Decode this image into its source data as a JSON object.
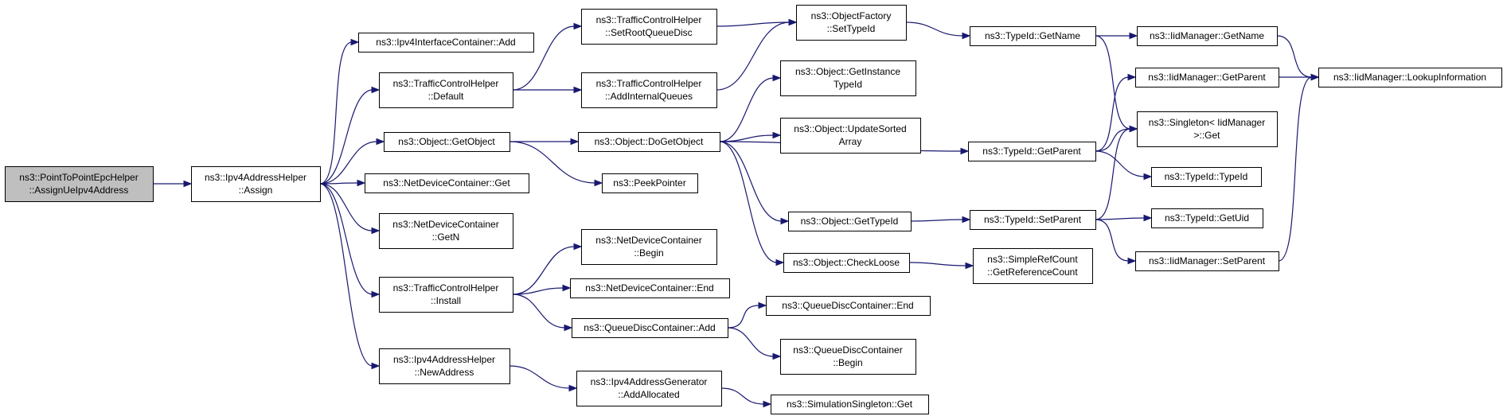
{
  "graph": {
    "type": "call-graph",
    "colors": {
      "edge": "#191970",
      "root_fill": "#bfbfbf",
      "node_fill": "#ffffff",
      "node_border": "#000000"
    },
    "nodes": [
      {
        "id": "n0",
        "lines": [
          "ns3::PointToPointEpcHelper",
          "::AssignUeIpv4Address"
        ],
        "root": true
      },
      {
        "id": "n1",
        "lines": [
          "ns3::Ipv4AddressHelper",
          "::Assign"
        ]
      },
      {
        "id": "n2",
        "lines": [
          "ns3::Ipv4InterfaceContainer::Add"
        ]
      },
      {
        "id": "n3",
        "lines": [
          "ns3::TrafficControlHelper",
          "::Default"
        ]
      },
      {
        "id": "n4",
        "lines": [
          "ns3::Object::GetObject"
        ]
      },
      {
        "id": "n5",
        "lines": [
          "ns3::NetDeviceContainer::Get"
        ]
      },
      {
        "id": "n6",
        "lines": [
          "ns3::NetDeviceContainer",
          "::GetN"
        ]
      },
      {
        "id": "n7",
        "lines": [
          "ns3::TrafficControlHelper",
          "::Install"
        ]
      },
      {
        "id": "n8",
        "lines": [
          "ns3::Ipv4AddressHelper",
          "::NewAddress"
        ]
      },
      {
        "id": "n9",
        "lines": [
          "ns3::TrafficControlHelper",
          "::SetRootQueueDisc"
        ]
      },
      {
        "id": "n10",
        "lines": [
          "ns3::TrafficControlHelper",
          "::AddInternalQueues"
        ]
      },
      {
        "id": "n11",
        "lines": [
          "ns3::Object::DoGetObject"
        ]
      },
      {
        "id": "n12",
        "lines": [
          "ns3::PeekPointer"
        ]
      },
      {
        "id": "n13",
        "lines": [
          "ns3::NetDeviceContainer",
          "::Begin"
        ]
      },
      {
        "id": "n14",
        "lines": [
          "ns3::NetDeviceContainer::End"
        ]
      },
      {
        "id": "n15",
        "lines": [
          "ns3::QueueDiscContainer::Add"
        ]
      },
      {
        "id": "n16",
        "lines": [
          "ns3::Ipv4AddressGenerator",
          "::AddAllocated"
        ]
      },
      {
        "id": "n17",
        "lines": [
          "ns3::ObjectFactory",
          "::SetTypeId"
        ]
      },
      {
        "id": "n18",
        "lines": [
          "ns3::Object::GetInstance",
          "TypeId"
        ]
      },
      {
        "id": "n19",
        "lines": [
          "ns3::Object::UpdateSorted",
          "Array"
        ]
      },
      {
        "id": "n20",
        "lines": [
          "ns3::Object::GetTypeId"
        ]
      },
      {
        "id": "n21",
        "lines": [
          "ns3::Object::CheckLoose"
        ]
      },
      {
        "id": "n22",
        "lines": [
          "ns3::QueueDiscContainer::End"
        ]
      },
      {
        "id": "n23",
        "lines": [
          "ns3::QueueDiscContainer",
          "::Begin"
        ]
      },
      {
        "id": "n24",
        "lines": [
          "ns3::SimulationSingleton::Get"
        ]
      },
      {
        "id": "n25",
        "lines": [
          "ns3::TypeId::GetName"
        ]
      },
      {
        "id": "n26",
        "lines": [
          "ns3::TypeId::GetParent"
        ]
      },
      {
        "id": "n27",
        "lines": [
          "ns3::TypeId::SetParent"
        ]
      },
      {
        "id": "n28",
        "lines": [
          "ns3::SimpleRefCount",
          "::GetReferenceCount"
        ]
      },
      {
        "id": "n29",
        "lines": [
          "ns3::IidManager::GetName"
        ]
      },
      {
        "id": "n30",
        "lines": [
          "ns3::IidManager::GetParent"
        ]
      },
      {
        "id": "n31",
        "lines": [
          "ns3::Singleton< IidManager",
          " >::Get"
        ]
      },
      {
        "id": "n32",
        "lines": [
          "ns3::TypeId::TypeId"
        ]
      },
      {
        "id": "n33",
        "lines": [
          "ns3::TypeId::GetUid"
        ]
      },
      {
        "id": "n34",
        "lines": [
          "ns3::IidManager::SetParent"
        ]
      },
      {
        "id": "n35",
        "lines": [
          "ns3::IidManager::LookupInformation"
        ]
      }
    ],
    "edges": [
      [
        "n0",
        "n1"
      ],
      [
        "n1",
        "n2"
      ],
      [
        "n1",
        "n3"
      ],
      [
        "n1",
        "n4"
      ],
      [
        "n1",
        "n5"
      ],
      [
        "n1",
        "n6"
      ],
      [
        "n1",
        "n7"
      ],
      [
        "n1",
        "n8"
      ],
      [
        "n3",
        "n9"
      ],
      [
        "n3",
        "n10"
      ],
      [
        "n4",
        "n11"
      ],
      [
        "n4",
        "n12"
      ],
      [
        "n7",
        "n13"
      ],
      [
        "n7",
        "n14"
      ],
      [
        "n7",
        "n15"
      ],
      [
        "n8",
        "n16"
      ],
      [
        "n9",
        "n17"
      ],
      [
        "n10",
        "n17"
      ],
      [
        "n11",
        "n18"
      ],
      [
        "n11",
        "n19"
      ],
      [
        "n11",
        "n26"
      ],
      [
        "n11",
        "n20"
      ],
      [
        "n11",
        "n21"
      ],
      [
        "n15",
        "n22"
      ],
      [
        "n15",
        "n23"
      ],
      [
        "n16",
        "n24"
      ],
      [
        "n17",
        "n25"
      ],
      [
        "n20",
        "n27"
      ],
      [
        "n21",
        "n28"
      ],
      [
        "n25",
        "n29"
      ],
      [
        "n25",
        "n31"
      ],
      [
        "n26",
        "n30"
      ],
      [
        "n26",
        "n31"
      ],
      [
        "n26",
        "n32"
      ],
      [
        "n27",
        "n31"
      ],
      [
        "n27",
        "n33"
      ],
      [
        "n27",
        "n34"
      ],
      [
        "n29",
        "n35"
      ],
      [
        "n30",
        "n35"
      ],
      [
        "n34",
        "n35"
      ]
    ]
  }
}
